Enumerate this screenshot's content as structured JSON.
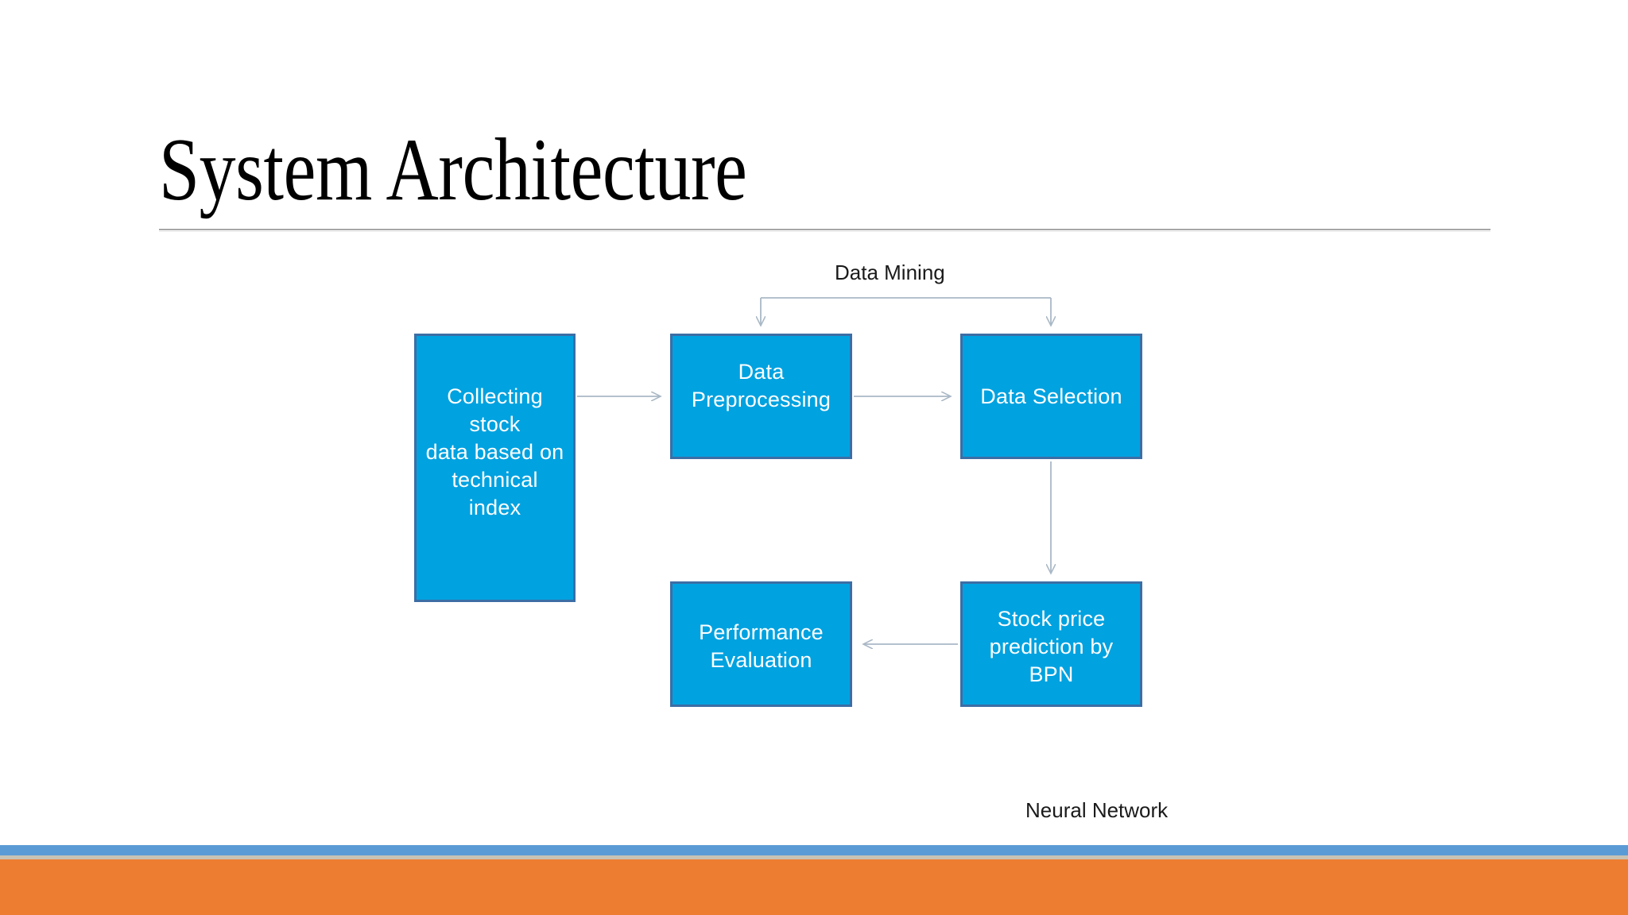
{
  "slide": {
    "title": "System Architecture",
    "theme": {
      "box_fill": "#00A2E0",
      "box_border": "#3C6EA5",
      "box_text": "#FFFFFF",
      "connector": "#A9B8C6",
      "title_rule": "#A6A6A6",
      "bottom_bar_blue": "#5B9BD5",
      "bottom_bar_divider": "#C8C2B4",
      "bottom_bar_orange": "#ED7D31",
      "background": "#FFFFFF"
    }
  },
  "diagram": {
    "type": "flowchart",
    "boxes": [
      {
        "id": "collecting",
        "label": "Collecting stock\ndata based on\ntechnical index"
      },
      {
        "id": "preprocessing",
        "label": "Data\nPreprocessing"
      },
      {
        "id": "selection",
        "label": "Data Selection"
      },
      {
        "id": "performance",
        "label": "Performance\nEvaluation"
      },
      {
        "id": "bpn",
        "label": "Stock price\nprediction by BPN"
      }
    ],
    "captions": [
      {
        "id": "data-mining",
        "label": "Data Mining"
      },
      {
        "id": "neural-network",
        "label": "Neural Network"
      }
    ],
    "connections": [
      {
        "from": "collecting",
        "to": "preprocessing",
        "style": "arrow-right"
      },
      {
        "from": "preprocessing",
        "to": "selection",
        "style": "arrow-right"
      },
      {
        "from": "selection",
        "to": "bpn",
        "style": "arrow-down"
      },
      {
        "from": "bpn",
        "to": "performance",
        "style": "arrow-left"
      },
      {
        "from": "data-mining-bracket",
        "to": "preprocessing",
        "style": "bracket-arrow-down"
      },
      {
        "from": "data-mining-bracket",
        "to": "selection",
        "style": "bracket-arrow-down"
      }
    ]
  }
}
